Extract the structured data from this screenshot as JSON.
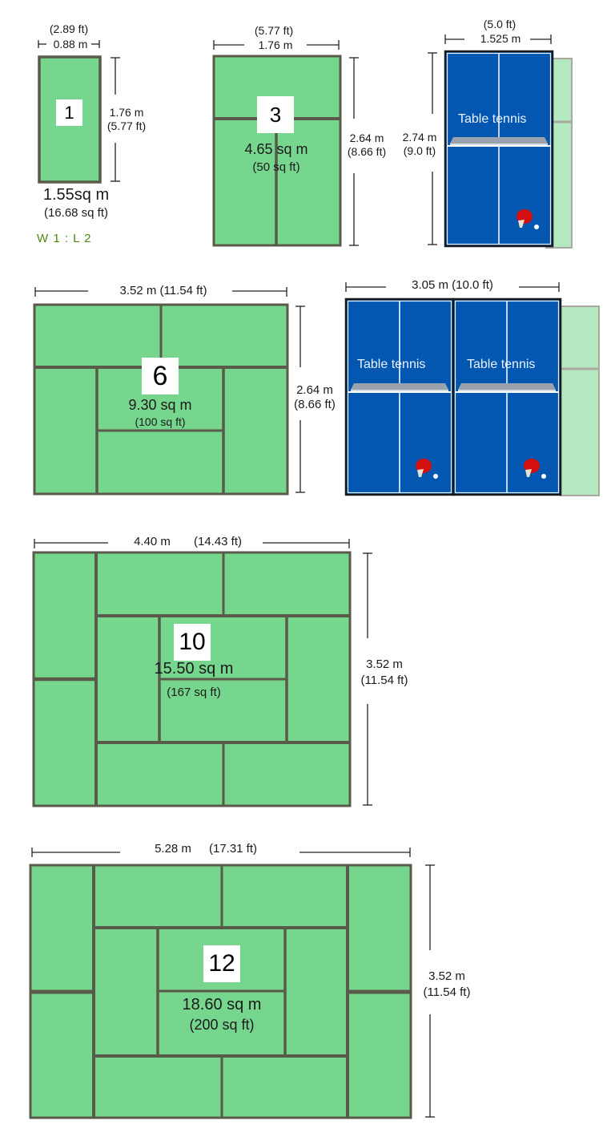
{
  "title": "Tatami mat layouts and table tennis table sizes",
  "colors": {
    "mat_fill": "#77d68e",
    "mat_border": "#5a5a4a",
    "table_blue": "#0457b1",
    "table_line": "#ffffff",
    "ghost_mat": "#b3e8c1",
    "ratio_text": "#4a8a12"
  },
  "mats": [
    {
      "id": "mat-1",
      "count_label": "1",
      "width_m": "0.88 m",
      "width_ft": "(2.89 ft)",
      "length_m": "1.76 m",
      "length_ft": "(5.77 ft)",
      "area_m": "1.55sq m",
      "area_ft": "(16.68 sq ft)",
      "ratio": "W 1 : L 2"
    },
    {
      "id": "mat-3",
      "count_label": "3",
      "width_m": "1.76 m",
      "width_ft": "(5.77 ft)",
      "length_m": "2.64 m",
      "length_ft": "(8.66 ft)",
      "area_m": "4.65 sq m",
      "area_ft": "(50 sq ft)"
    },
    {
      "id": "mat-6",
      "count_label": "6",
      "width_label": "3.52 m (11.54 ft)",
      "length_m": "2.64 m",
      "length_ft": "(8.66 ft)",
      "area_m": "9.30 sq m",
      "area_ft": "(100 sq ft)"
    },
    {
      "id": "mat-10",
      "count_label": "10",
      "width_m": "4.40 m",
      "width_ft": "(14.43 ft)",
      "length_m": "3.52 m",
      "length_ft": "(11.54 ft)",
      "area_m": "15.50 sq m",
      "area_ft": "(167 sq ft)"
    },
    {
      "id": "mat-12",
      "count_label": "12",
      "width_m": "5.28 m",
      "width_ft": "(17.31 ft)",
      "length_m": "3.52 m",
      "length_ft": "(11.54 ft)",
      "area_m": "18.60 sq m",
      "area_ft": "(200 sq ft)"
    }
  ],
  "tables": {
    "single": {
      "label": "Table tennis",
      "width_m": "1.525 m",
      "width_ft": "(5.0 ft)",
      "length_m": "2.74 m",
      "length_ft": "(9.0 ft)",
      "icon": "ping-pong-paddle-icon"
    },
    "double": {
      "labels": [
        "Table tennis",
        "Table tennis"
      ],
      "width_label": "3.05 m  (10.0 ft)",
      "icon": "ping-pong-paddle-icon"
    }
  }
}
